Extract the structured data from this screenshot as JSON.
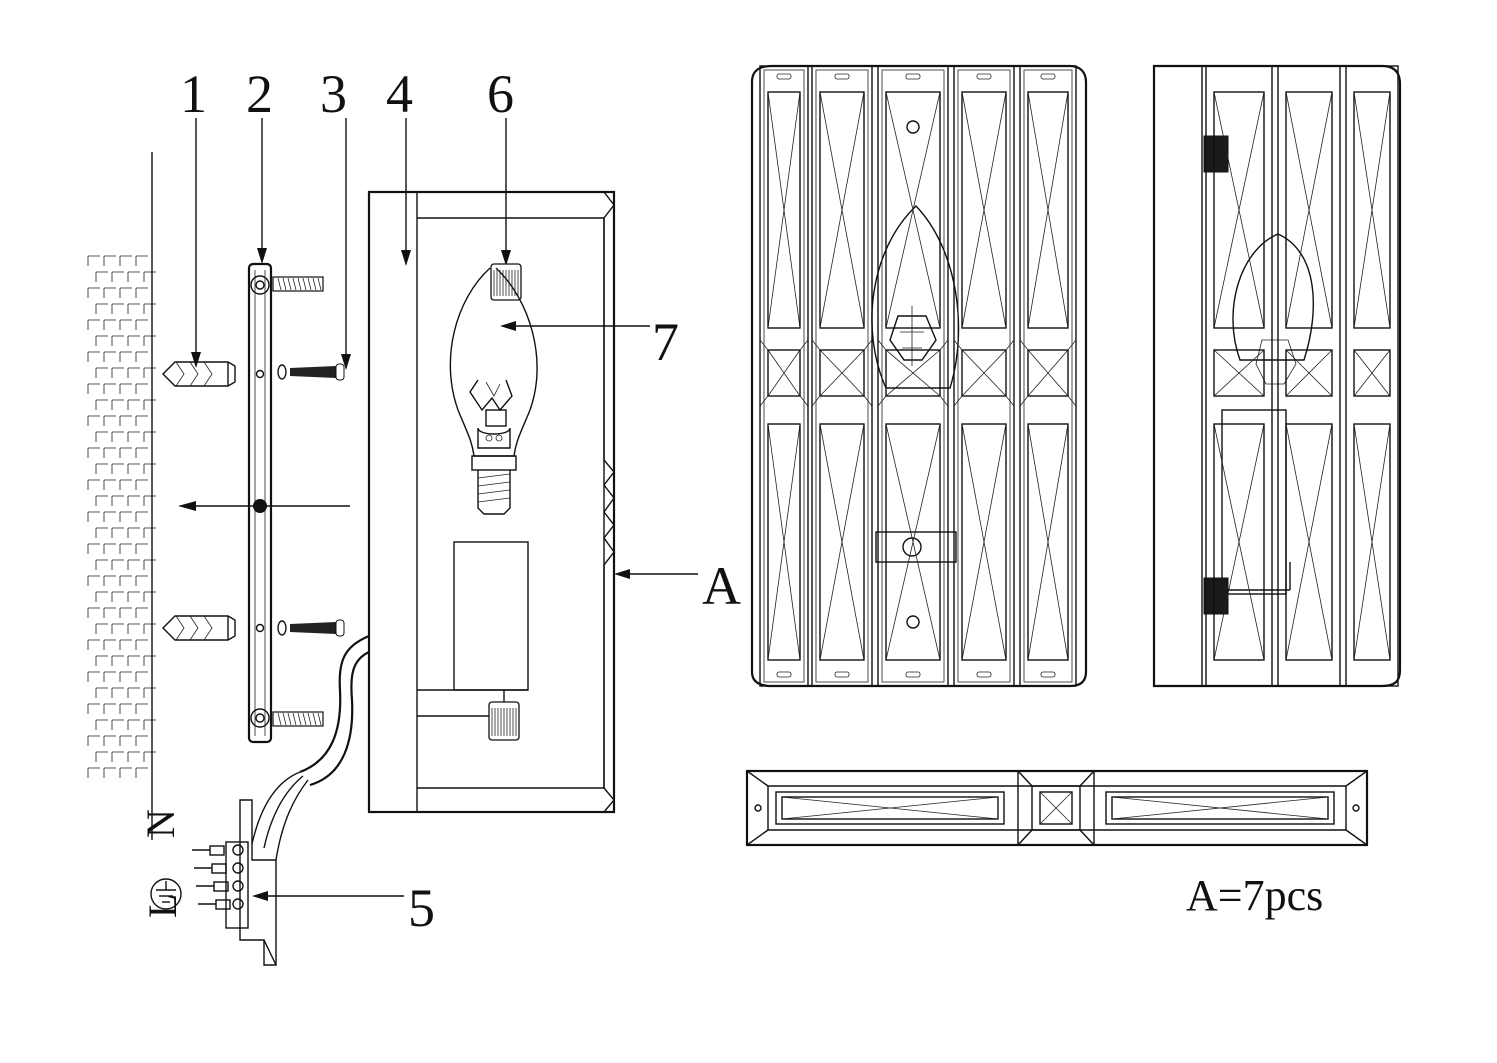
{
  "callouts": {
    "c1": "1",
    "c2": "2",
    "c3": "3",
    "c4": "4",
    "c5": "5",
    "c6": "6",
    "c7": "7",
    "a": "A"
  },
  "terminals": {
    "n": "N",
    "l": "L",
    "ground_icon": "earth-ground-icon"
  },
  "note": "A=7pcs"
}
